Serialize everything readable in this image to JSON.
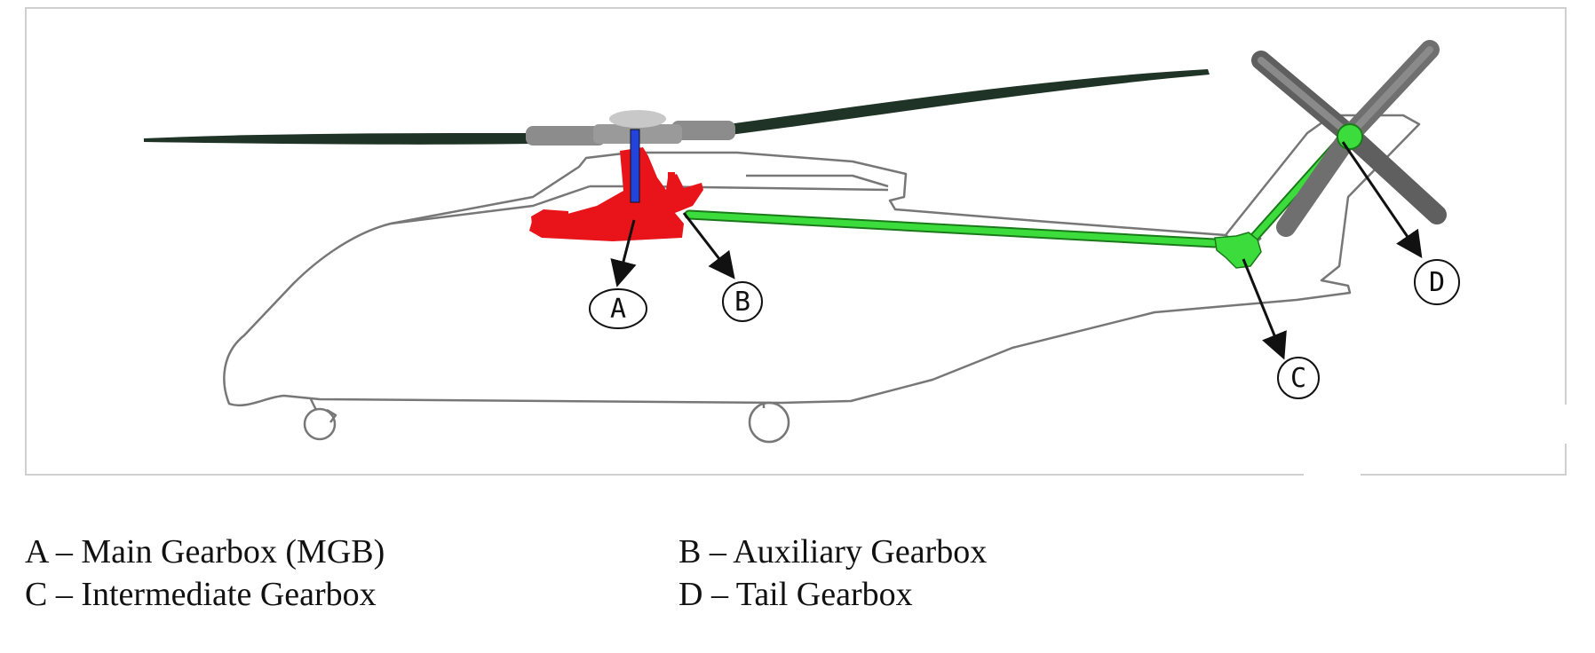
{
  "callouts": {
    "a": "A",
    "b": "B",
    "c": "C",
    "d": "D"
  },
  "legend": {
    "a": "A – Main Gearbox (MGB)",
    "b": "B – Auxiliary Gearbox",
    "c": "C – Intermediate Gearbox",
    "d": "D – Tail Gearbox"
  },
  "colors": {
    "main_gearbox": "#e8141a",
    "drive_shaft": "#3ddc3d",
    "main_shaft": "#2244dd",
    "rotor_blade": "#1f3326",
    "tail_rotor": "#6f6f6f",
    "hub": "#9a9a9a",
    "outline": "#777777"
  }
}
